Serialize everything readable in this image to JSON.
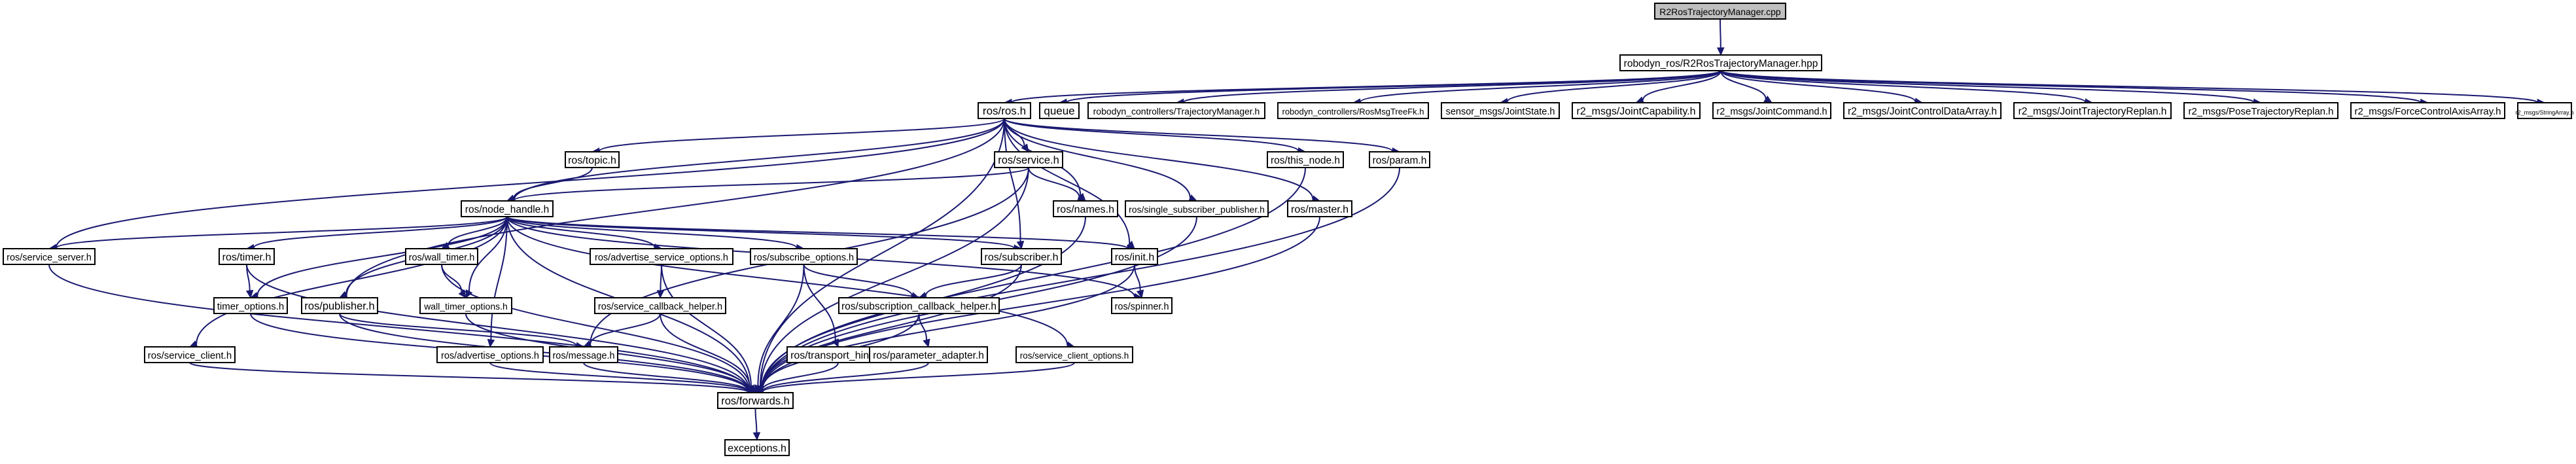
{
  "colors": {
    "edge": "#191970",
    "root_fill": "#bfbfbf",
    "local_fill": "#ffffff",
    "system_fill": "#ffffff",
    "system_border": "#bfbfbf",
    "text": "#000000"
  },
  "nodes": [
    {
      "id": "root",
      "label": "R2RosTrajectoryManager.cpp",
      "kind": "root"
    },
    {
      "id": "mgr_hpp",
      "label": "robodyn_ros/R2RosTrajectoryManager.hpp",
      "kind": "local"
    },
    {
      "id": "ros_h",
      "label": "ros/ros.h",
      "kind": "local"
    },
    {
      "id": "queue",
      "label": "queue",
      "kind": "system"
    },
    {
      "id": "traj_mgr",
      "label": "robodyn_controllers/TrajectoryManager.h",
      "kind": "system"
    },
    {
      "id": "treefk",
      "label": "robodyn_controllers/RosMsgTreeFk.h",
      "kind": "system"
    },
    {
      "id": "jointstate",
      "label": "sensor_msgs/JointState.h",
      "kind": "system"
    },
    {
      "id": "jointcap",
      "label": "r2_msgs/JointCapability.h",
      "kind": "system"
    },
    {
      "id": "jointcmd",
      "label": "r2_msgs/JointCommand.h",
      "kind": "system"
    },
    {
      "id": "jointctrl",
      "label": "r2_msgs/JointControlDataArray.h",
      "kind": "system"
    },
    {
      "id": "jointreplan",
      "label": "r2_msgs/JointTrajectoryReplan.h",
      "kind": "system"
    },
    {
      "id": "posereplan",
      "label": "r2_msgs/PoseTrajectoryReplan.h",
      "kind": "system"
    },
    {
      "id": "forcectrl",
      "label": "r2_msgs/ForceControlAxisArray.h",
      "kind": "system"
    },
    {
      "id": "strarray",
      "label": "r2_msgs/StringArray.h",
      "kind": "system"
    },
    {
      "id": "topic",
      "label": "ros/topic.h",
      "kind": "local"
    },
    {
      "id": "service",
      "label": "ros/service.h",
      "kind": "local"
    },
    {
      "id": "this_node",
      "label": "ros/this_node.h",
      "kind": "local"
    },
    {
      "id": "param",
      "label": "ros/param.h",
      "kind": "local"
    },
    {
      "id": "node_handle",
      "label": "ros/node_handle.h",
      "kind": "local"
    },
    {
      "id": "names",
      "label": "ros/names.h",
      "kind": "local"
    },
    {
      "id": "ssp",
      "label": "ros/single_subscriber_publisher.h",
      "kind": "local"
    },
    {
      "id": "master",
      "label": "ros/master.h",
      "kind": "local"
    },
    {
      "id": "service_server",
      "label": "ros/service_server.h",
      "kind": "local"
    },
    {
      "id": "timer",
      "label": "ros/timer.h",
      "kind": "local"
    },
    {
      "id": "wall_timer",
      "label": "ros/wall_timer.h",
      "kind": "local"
    },
    {
      "id": "adv_svc_opts",
      "label": "ros/advertise_service_options.h",
      "kind": "local"
    },
    {
      "id": "sub_opts",
      "label": "ros/subscribe_options.h",
      "kind": "local"
    },
    {
      "id": "subscriber",
      "label": "ros/subscriber.h",
      "kind": "local"
    },
    {
      "id": "init",
      "label": "ros/init.h",
      "kind": "local"
    },
    {
      "id": "timer_opts",
      "label": "timer_options.h",
      "kind": "local"
    },
    {
      "id": "publisher",
      "label": "ros/publisher.h",
      "kind": "local"
    },
    {
      "id": "wall_timer_opts",
      "label": "wall_timer_options.h",
      "kind": "local"
    },
    {
      "id": "svc_cb_helper",
      "label": "ros/service_callback_helper.h",
      "kind": "local"
    },
    {
      "id": "sub_cb_helper",
      "label": "ros/subscription_callback_helper.h",
      "kind": "local"
    },
    {
      "id": "spinner",
      "label": "ros/spinner.h",
      "kind": "local"
    },
    {
      "id": "message",
      "label": "ros/message.h",
      "kind": "local"
    },
    {
      "id": "service_client",
      "label": "ros/service_client.h",
      "kind": "local"
    },
    {
      "id": "adv_opts",
      "label": "ros/advertise_options.h",
      "kind": "local"
    },
    {
      "id": "transport_hints",
      "label": "ros/transport_hints.h",
      "kind": "local"
    },
    {
      "id": "param_adapter",
      "label": "ros/parameter_adapter.h",
      "kind": "local"
    },
    {
      "id": "svc_client_opts",
      "label": "ros/service_client_options.h",
      "kind": "local"
    },
    {
      "id": "forwards",
      "label": "ros/forwards.h",
      "kind": "local"
    },
    {
      "id": "exceptions",
      "label": "exceptions.h",
      "kind": "local"
    }
  ],
  "edges": [
    [
      "root",
      "mgr_hpp"
    ],
    [
      "mgr_hpp",
      "ros_h"
    ],
    [
      "mgr_hpp",
      "queue"
    ],
    [
      "mgr_hpp",
      "traj_mgr"
    ],
    [
      "mgr_hpp",
      "treefk"
    ],
    [
      "mgr_hpp",
      "jointstate"
    ],
    [
      "mgr_hpp",
      "jointcap"
    ],
    [
      "mgr_hpp",
      "jointcmd"
    ],
    [
      "mgr_hpp",
      "jointctrl"
    ],
    [
      "mgr_hpp",
      "jointreplan"
    ],
    [
      "mgr_hpp",
      "posereplan"
    ],
    [
      "mgr_hpp",
      "forcectrl"
    ],
    [
      "mgr_hpp",
      "strarray"
    ],
    [
      "ros_h",
      "topic"
    ],
    [
      "ros_h",
      "service"
    ],
    [
      "ros_h",
      "this_node"
    ],
    [
      "ros_h",
      "param"
    ],
    [
      "ros_h",
      "node_handle"
    ],
    [
      "ros_h",
      "names"
    ],
    [
      "ros_h",
      "ssp"
    ],
    [
      "ros_h",
      "master"
    ],
    [
      "ros_h",
      "service_server"
    ],
    [
      "ros_h",
      "subscriber"
    ],
    [
      "ros_h",
      "publisher"
    ],
    [
      "ros_h",
      "init"
    ],
    [
      "ros_h",
      "forwards"
    ],
    [
      "topic",
      "node_handle"
    ],
    [
      "service",
      "node_handle"
    ],
    [
      "service",
      "names"
    ],
    [
      "service",
      "message"
    ],
    [
      "service",
      "forwards"
    ],
    [
      "this_node",
      "forwards"
    ],
    [
      "param",
      "forwards"
    ],
    [
      "names",
      "forwards"
    ],
    [
      "ssp",
      "forwards"
    ],
    [
      "master",
      "forwards"
    ],
    [
      "node_handle",
      "service_server"
    ],
    [
      "node_handle",
      "timer"
    ],
    [
      "node_handle",
      "wall_timer"
    ],
    [
      "node_handle",
      "adv_svc_opts"
    ],
    [
      "node_handle",
      "sub_opts"
    ],
    [
      "node_handle",
      "subscriber"
    ],
    [
      "node_handle",
      "init"
    ],
    [
      "node_handle",
      "spinner"
    ],
    [
      "node_handle",
      "publisher"
    ],
    [
      "node_handle",
      "timer_opts"
    ],
    [
      "node_handle",
      "wall_timer_opts"
    ],
    [
      "node_handle",
      "service_client"
    ],
    [
      "node_handle",
      "adv_opts"
    ],
    [
      "node_handle",
      "svc_client_opts"
    ],
    [
      "node_handle",
      "forwards"
    ],
    [
      "service_server",
      "forwards"
    ],
    [
      "timer",
      "timer_opts"
    ],
    [
      "timer",
      "forwards"
    ],
    [
      "wall_timer",
      "wall_timer_opts"
    ],
    [
      "wall_timer",
      "forwards"
    ],
    [
      "adv_svc_opts",
      "svc_cb_helper"
    ],
    [
      "adv_svc_opts",
      "forwards"
    ],
    [
      "sub_opts",
      "sub_cb_helper"
    ],
    [
      "sub_opts",
      "transport_hints"
    ],
    [
      "sub_opts",
      "forwards"
    ],
    [
      "subscriber",
      "sub_cb_helper"
    ],
    [
      "subscriber",
      "forwards"
    ],
    [
      "init",
      "spinner"
    ],
    [
      "init",
      "forwards"
    ],
    [
      "timer_opts",
      "forwards"
    ],
    [
      "publisher",
      "message"
    ],
    [
      "publisher",
      "forwards"
    ],
    [
      "wall_timer_opts",
      "forwards"
    ],
    [
      "svc_cb_helper",
      "message"
    ],
    [
      "svc_cb_helper",
      "forwards"
    ],
    [
      "sub_cb_helper",
      "param_adapter"
    ],
    [
      "sub_cb_helper",
      "forwards"
    ],
    [
      "message",
      "forwards"
    ],
    [
      "service_client",
      "forwards"
    ],
    [
      "adv_opts",
      "forwards"
    ],
    [
      "transport_hints",
      "forwards"
    ],
    [
      "param_adapter",
      "forwards"
    ],
    [
      "svc_client_opts",
      "forwards"
    ],
    [
      "forwards",
      "exceptions"
    ]
  ]
}
